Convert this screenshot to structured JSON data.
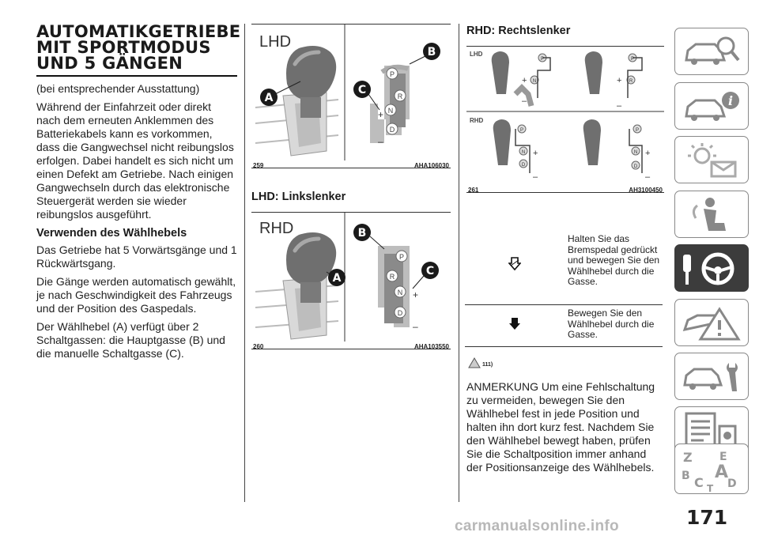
{
  "heading": {
    "line1": "AUTOMATIKGETRIEBE",
    "line2": "MIT SPORTMODUS",
    "line3": "UND 5 GÄNGEN"
  },
  "col1": {
    "p1": "(bei entsprechender Ausstattung)",
    "p2": "Während der Einfahrzeit oder direkt nach dem erneuten Anklemmen des Batteriekabels kann es vorkommen, dass die Gangwechsel nicht reibungslos erfolgen. Dabei handelt es sich nicht um einen Defekt am Getriebe. Nach einigen Gangwechseln durch das elektronische Steuergerät werden sie wieder reibungslos ausgeführt.",
    "h2": "Verwenden des Wählhebels",
    "p3": "Das Getriebe hat 5 Vorwärtsgänge und 1 Rückwärtsgang.",
    "p4": "Die Gänge werden automatisch gewählt, je nach Geschwindigkeit des Fahrzeugs und der Position des Gaspedals.",
    "p5": "Der Wählhebel (A) verfügt über 2 Schaltgassen: die Hauptgasse (B) und die manuelle Schaltgasse (C)."
  },
  "fig259": {
    "label": "LHD",
    "num": "259",
    "code": "AHA106030",
    "callout_a": "A",
    "callout_b": "B",
    "callout_c": "C",
    "gear_p": "P",
    "gear_r": "R",
    "gear_n": "N",
    "gear_d": "D",
    "plus": "+",
    "minus": "–"
  },
  "subhead_lhd": "LHD: Linkslenker",
  "fig260": {
    "label": "RHD",
    "num": "260",
    "code": "AHA103550",
    "callout_a": "A",
    "callout_b": "B",
    "callout_c": "C",
    "gear_p": "P",
    "gear_r": "R",
    "gear_n": "N",
    "gear_d": "D",
    "plus": "+",
    "minus": "–"
  },
  "subhead_rhd": "RHD: Rechtslenker",
  "fig261": {
    "label_lhd": "LHD",
    "label_rhd": "RHD",
    "num": "261",
    "code": "AH3100450",
    "gear_p": "P",
    "gear_r": "R",
    "gear_n": "N",
    "gear_d": "D",
    "plus": "+",
    "minus": "–"
  },
  "table": {
    "row1": "Halten Sie das Bremspedal gedrückt und bewegen Sie den Wählhebel durch die Gasse.",
    "row2": "Bewegen Sie den Wählhebel durch die Gasse."
  },
  "note_ref": "111)",
  "note": "ANMERKUNG  Um eine Fehlschaltung zu vermeiden, bewegen Sie den Wählhebel fest in jede Position und halten ihn dort kurz fest. Nachdem Sie den Wählhebel bewegt haben, prüfen Sie die Schaltposition immer anhand der Positionsanzeige des Wählhebels.",
  "tabs": [
    {
      "icon": "car-search-icon"
    },
    {
      "icon": "car-info-icon"
    },
    {
      "icon": "warning-light-icon"
    },
    {
      "icon": "airbag-seat-icon"
    },
    {
      "icon": "key-steering-wheel-icon"
    },
    {
      "icon": "warning-triangle-icon"
    },
    {
      "icon": "car-wrench-icon"
    },
    {
      "icon": "technical-data-icon"
    },
    {
      "icon": "alphabetical-index-icon"
    }
  ],
  "index_letters": {
    "z": "Z",
    "e": "E",
    "b": "B",
    "a": "A",
    "c": "C",
    "d": "D",
    "t": "T"
  },
  "page_number": "171",
  "watermark": "carmanualsonline.info",
  "colors": {
    "active_tab": "#3c3c3c",
    "callout": "#1a1a1a",
    "gate": "#8a8a8a"
  }
}
